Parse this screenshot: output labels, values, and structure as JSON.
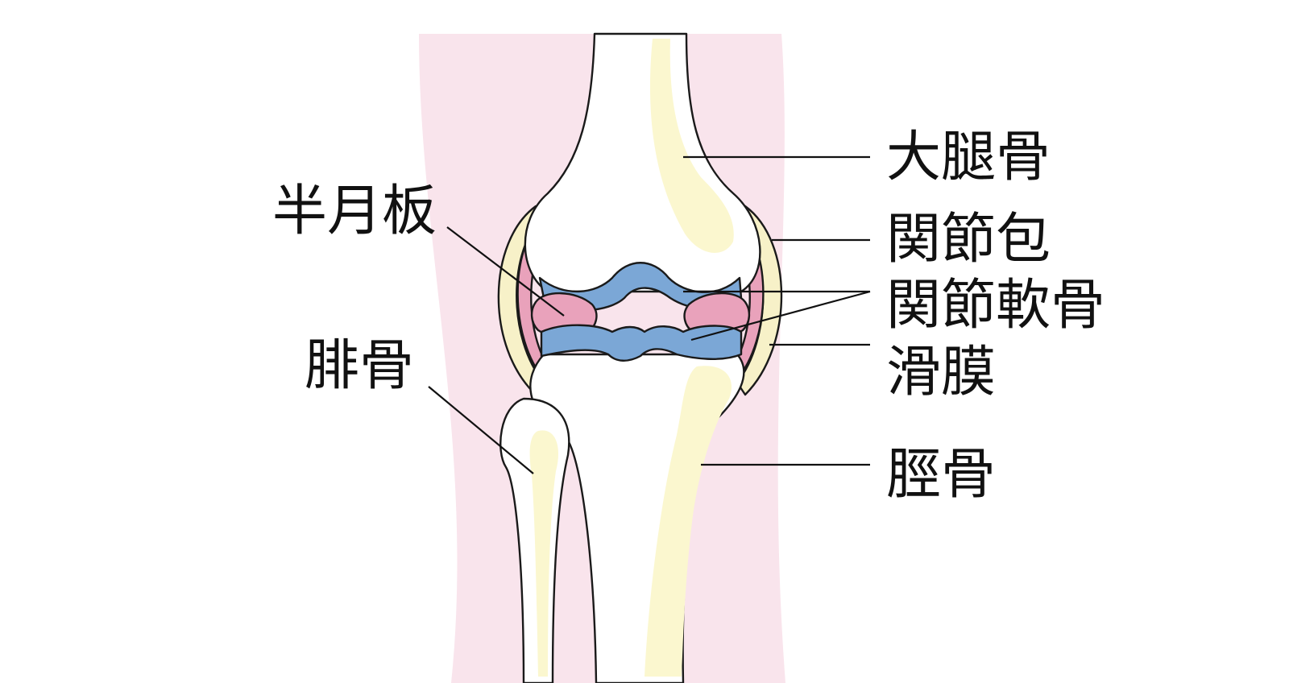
{
  "labels": {
    "femur": "大腿骨",
    "joint_capsule": "関節包",
    "articular_cartilage": "関節軟骨",
    "synovial_membrane": "滑膜",
    "tibia": "脛骨",
    "meniscus": "半月板",
    "fibula": "腓骨"
  },
  "colors": {
    "soft_tissue": "#f9e4ec",
    "bone_highlight": "#fbf7cf",
    "capsule_fill": "#f7f1c8",
    "synovium": "#e9a2bb",
    "cartilage": "#7ba7d6",
    "meniscus": "#e9a2bb",
    "bone": "#ffffff",
    "outline": "#1a1a1a"
  }
}
